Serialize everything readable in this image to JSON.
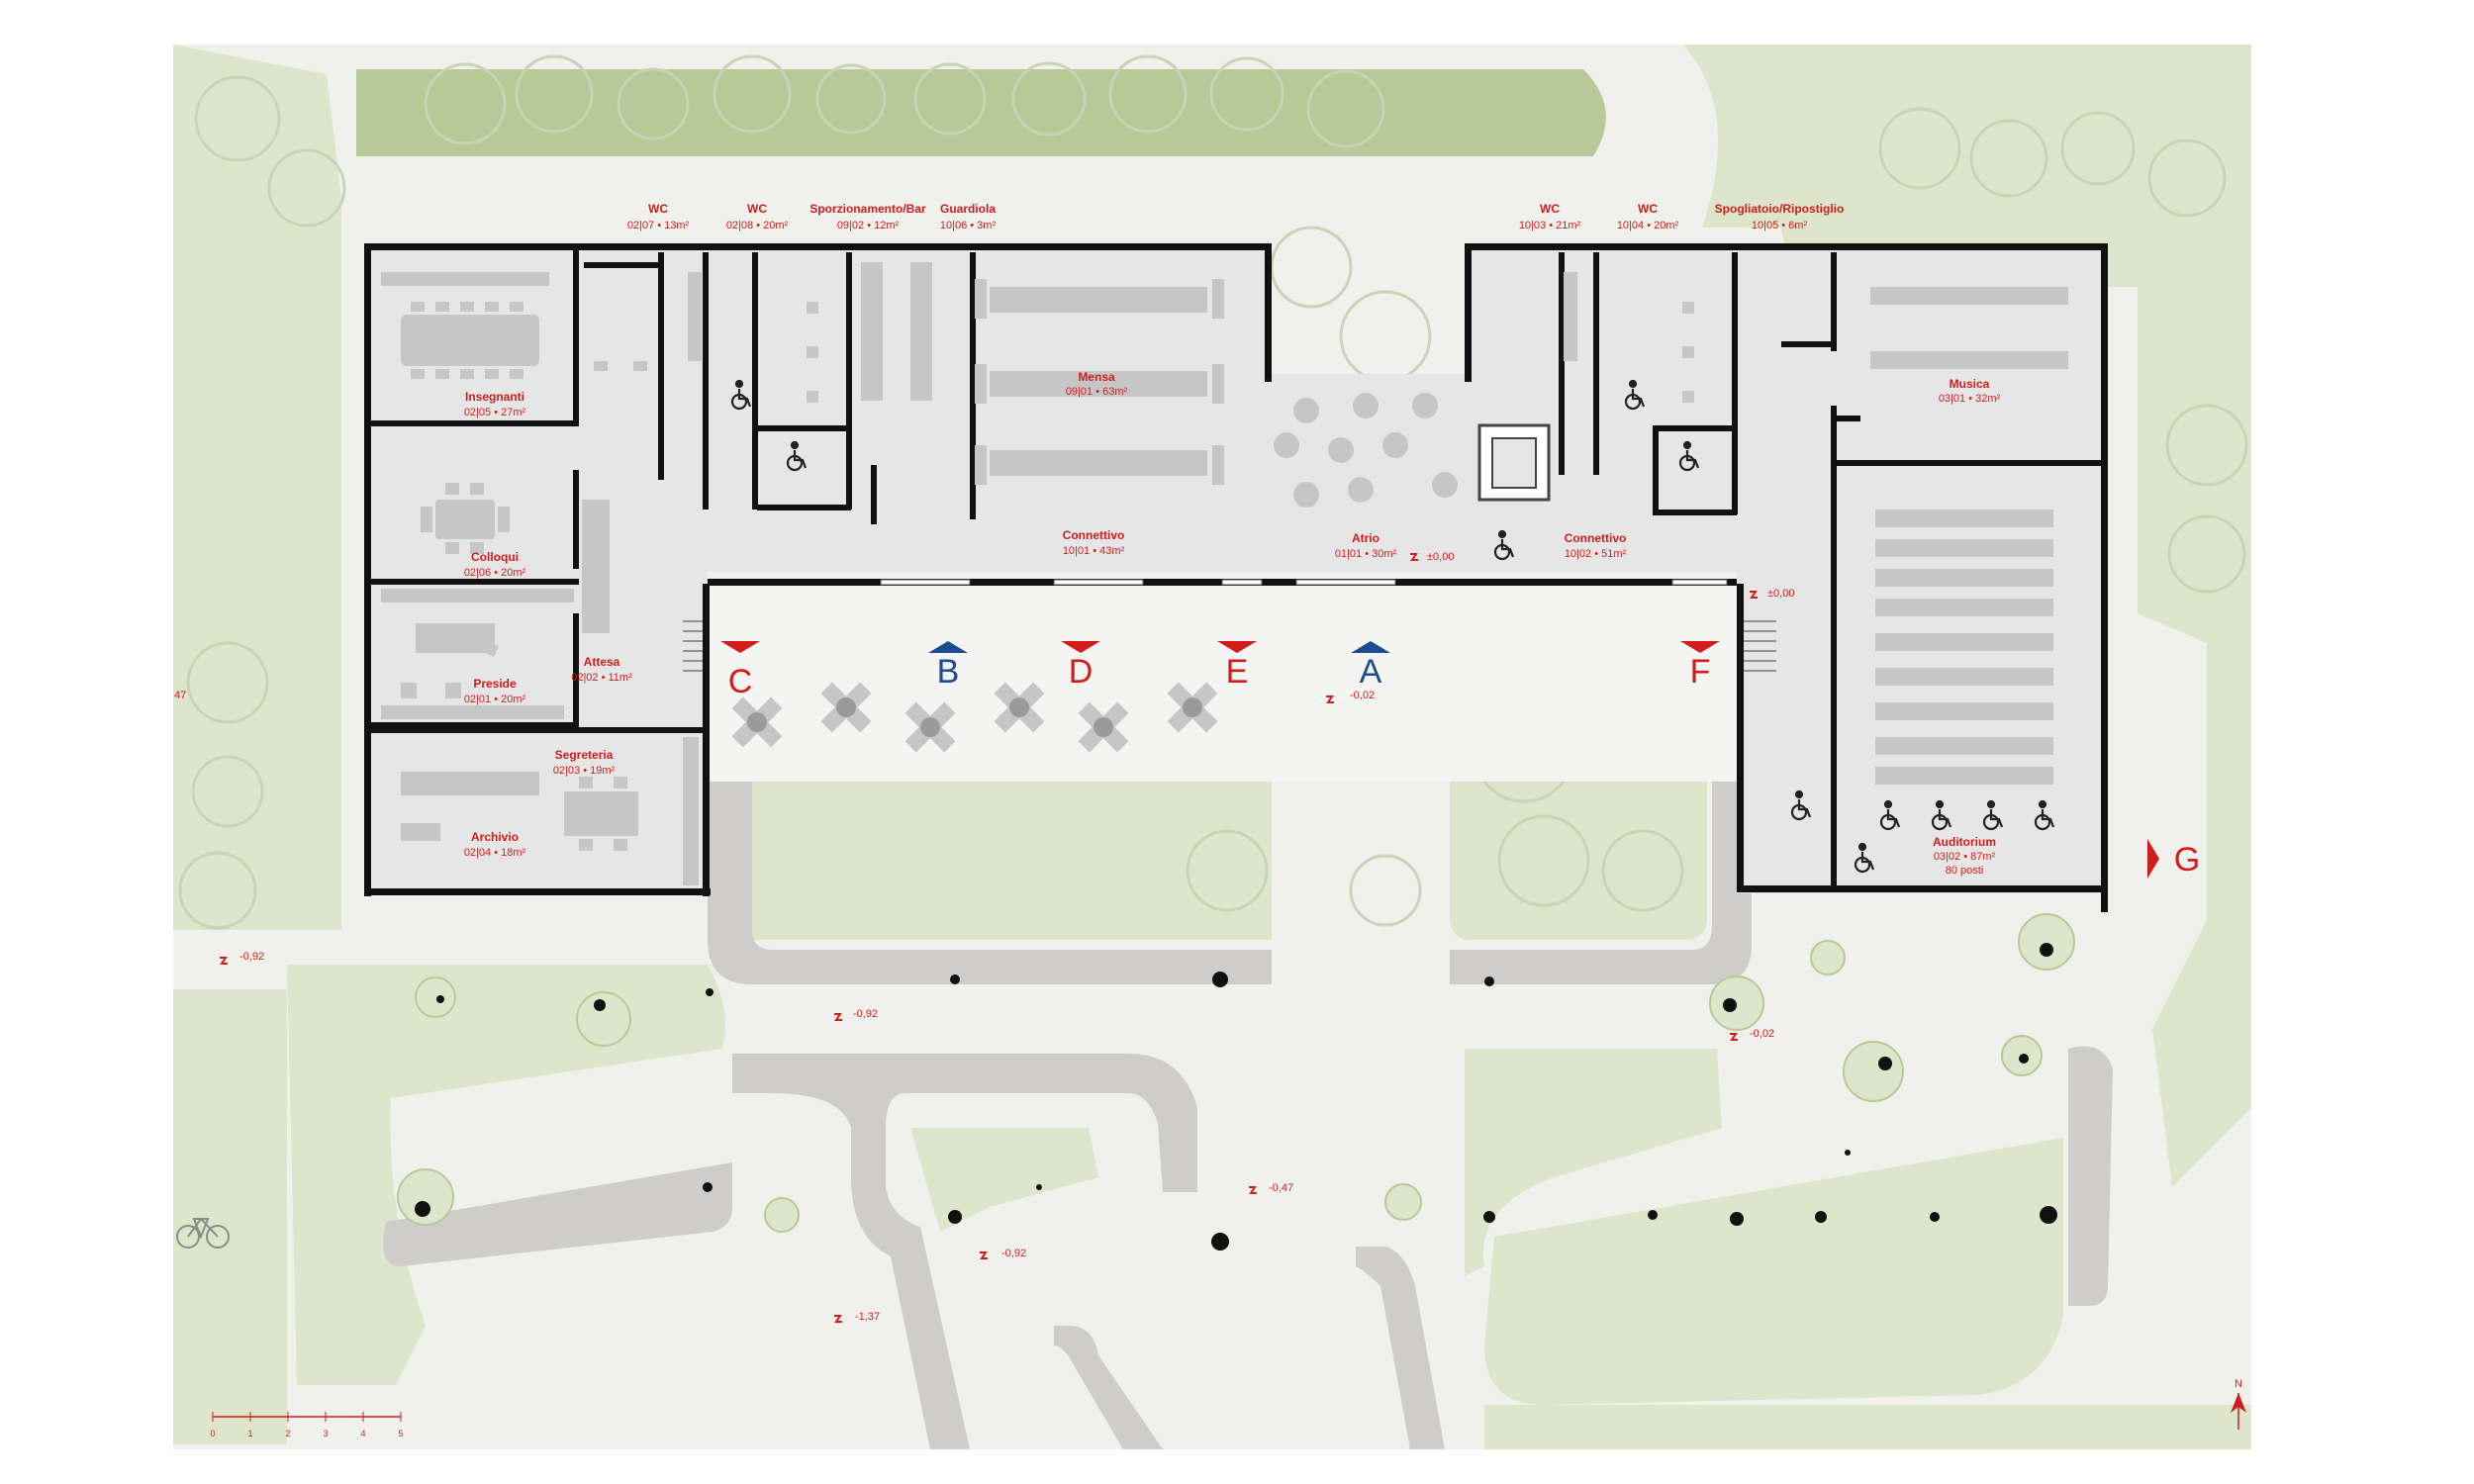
{
  "colors": {
    "grass": "#dde6cb",
    "grass_dark": "#b7c996",
    "paving": "#f0f1ec",
    "road": "#cfcccc",
    "floor": "#e6e6e6",
    "wall": "#111111",
    "red": "#d21c1c",
    "blue": "#1e4b8f",
    "furniture": "#c6c6c6"
  },
  "rooms": [
    {
      "id": "wc-0207",
      "name": "WC",
      "area": "02|07 • 13m²"
    },
    {
      "id": "wc-0208",
      "name": "WC",
      "area": "02|08 • 20m²"
    },
    {
      "id": "sporzionamento",
      "name": "Sporzionamento/Bar",
      "area": "09|02 • 12m²"
    },
    {
      "id": "guardiola",
      "name": "Guardiola",
      "area": "10|06 • 3m²"
    },
    {
      "id": "wc-1003",
      "name": "WC",
      "area": "10|03 • 21m²"
    },
    {
      "id": "wc-1004",
      "name": "WC",
      "area": "10|04 • 20m²"
    },
    {
      "id": "spogliatoio",
      "name": "Spogliatoio/Ripostiglio",
      "area": "10|05 • 6m²"
    },
    {
      "id": "insegnanti",
      "name": "Insegnanti",
      "area": "02|05 • 27m²"
    },
    {
      "id": "mensa",
      "name": "Mensa",
      "area": "09|01 • 63m²"
    },
    {
      "id": "musica",
      "name": "Musica",
      "area": "03|01 • 32m²"
    },
    {
      "id": "colloqui",
      "name": "Colloqui",
      "area": "02|06 • 20m²"
    },
    {
      "id": "connettivo-1001",
      "name": "Connettivo",
      "area": "10|01 • 43m²"
    },
    {
      "id": "atrio",
      "name": "Atrio",
      "area": "01|01 • 30m²"
    },
    {
      "id": "connettivo-1002",
      "name": "Connettivo",
      "area": "10|02 • 51m²"
    },
    {
      "id": "attesa",
      "name": "Attesa",
      "area": "02|02 • 11m²"
    },
    {
      "id": "preside",
      "name": "Preside",
      "area": "02|01 • 20m²"
    },
    {
      "id": "segreteria",
      "name": "Segreteria",
      "area": "02|03 • 19m²"
    },
    {
      "id": "archivio",
      "name": "Archivio",
      "area": "02|04 • 18m²"
    },
    {
      "id": "auditorium",
      "name": "Auditorium",
      "area": "03|02 • 87m²",
      "extra": "80 posti"
    }
  ],
  "entrances": [
    {
      "letter": "C",
      "color": "red"
    },
    {
      "letter": "B",
      "color": "blue"
    },
    {
      "letter": "D",
      "color": "red"
    },
    {
      "letter": "E",
      "color": "red"
    },
    {
      "letter": "A",
      "color": "blue"
    },
    {
      "letter": "F",
      "color": "red"
    },
    {
      "letter": "G",
      "color": "red"
    }
  ],
  "levels": [
    "±0,00",
    "±0,00",
    "-0,02",
    "-0,92",
    "-0,92",
    "-0,02",
    "-0,47",
    "-0,92",
    "-1,37",
    "47"
  ],
  "scale_bar": [
    "0",
    "1",
    "2",
    "3",
    "4",
    "5"
  ],
  "north_label": "N"
}
